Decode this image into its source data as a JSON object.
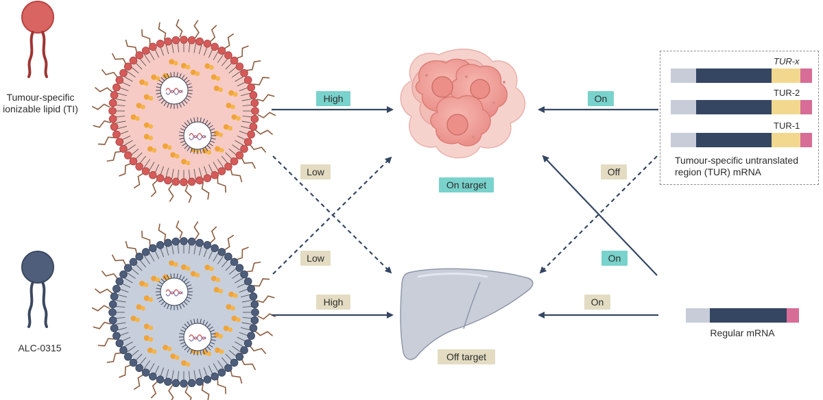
{
  "lipids": {
    "ti_label": "Tumour-specific ionizable lipid (TI)",
    "ti_label_line1": "Tumour-specific",
    "ti_label_line2": "ionizable lipid (TI)",
    "alc_label": "ALC-0315"
  },
  "targets": {
    "on_target": "On target",
    "off_target": "Off target"
  },
  "arrows": {
    "ti_to_tumour": "High",
    "ti_to_liver": "Low",
    "alc_to_tumour": "Low",
    "alc_to_liver": "High",
    "tur_to_tumour": "On",
    "tur_to_liver": "Off",
    "regular_to_tumour": "On",
    "regular_to_liver": "On"
  },
  "tur_box": {
    "constructs": [
      "TUR-x",
      "TUR-2",
      "TUR-1"
    ],
    "caption_line1": "Tumour-specific untranslated",
    "caption_line2": "region (TUR) mRNA"
  },
  "regular_mrna": {
    "label": "Regular mRNA"
  },
  "colors": {
    "ti_red": "#cf5a5a",
    "ti_fill": "#f6cbc6",
    "alc_blue": "#4b5b76",
    "alc_fill": "#c7cfdc",
    "arrow": "#344662",
    "tag_teal": "#79d2cc",
    "tag_beige": "#e3dcc2",
    "lipid_orange": "#f0a33a",
    "tail_brown": "#8b5a3c",
    "mrna_cds": "#344662",
    "mrna_tur": "#f2d88e",
    "mrna_polyA": "#d76c97",
    "mrna_cap": "#c7ccd8"
  }
}
